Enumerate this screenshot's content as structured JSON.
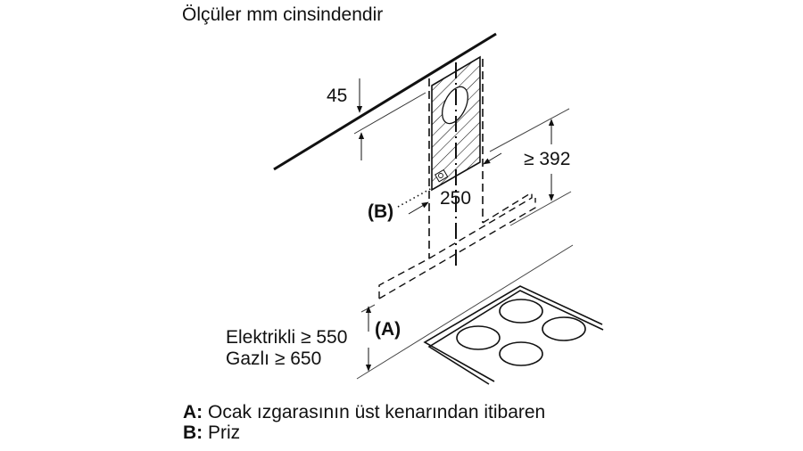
{
  "title": "Ölçüler mm cinsindendir",
  "dimensions": {
    "ceiling_gap": "45",
    "width": "250",
    "min_height_above": "≥ 392",
    "electric_label": "Elektrikli ≥ 550",
    "gas_label": "Gazlı ≥ 650"
  },
  "callouts": {
    "a": "(A)",
    "b": "(B)"
  },
  "legend": [
    {
      "key": "A:",
      "text": " Ocak ızgarasının üst kenarından itibaren"
    },
    {
      "key": "B:",
      "text": " Priz"
    }
  ],
  "colors": {
    "line": "#111111",
    "background": "#ffffff"
  }
}
